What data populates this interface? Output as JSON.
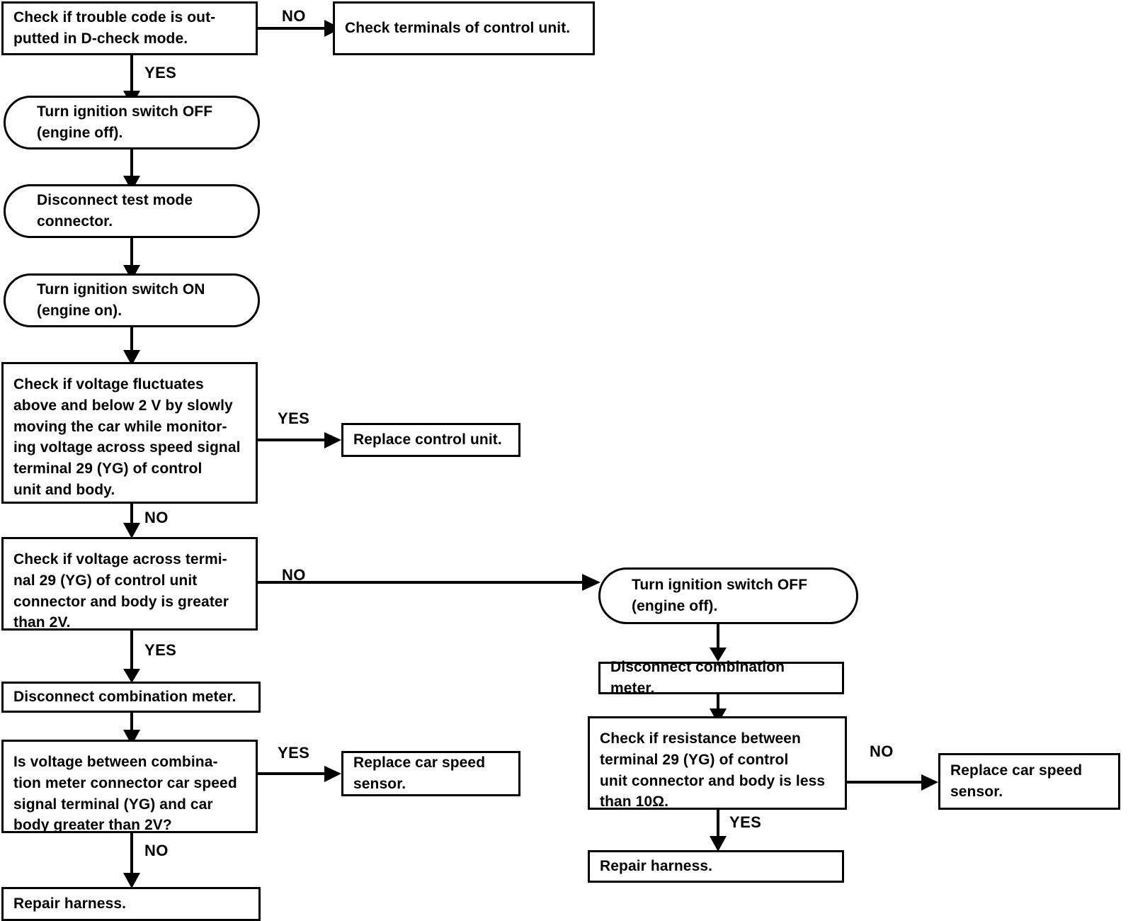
{
  "diagram": {
    "title": "Car speed signal diagnostic flowchart",
    "ink_color": "#000000",
    "background_color": "#ffffff",
    "nodes": {
      "n1": {
        "text": "Check if trouble code is out-\nputted in D-check mode.",
        "shape": "rectangle"
      },
      "n2": {
        "text": "Check terminals of control unit.",
        "shape": "rectangle"
      },
      "n3": {
        "text": "Turn ignition switch OFF\n(engine off).",
        "shape": "rounded"
      },
      "n4": {
        "text": "Disconnect test mode\nconnector.",
        "shape": "rounded"
      },
      "n5": {
        "text": "Turn ignition switch ON\n(engine on).",
        "shape": "rounded"
      },
      "n6": {
        "text": "Check if voltage fluctuates\nabove and below 2 V by slowly\nmoving the car while monitor-\ning voltage across speed signal\nterminal 29 (YG) of control\nunit and body.",
        "shape": "rectangle"
      },
      "n7": {
        "text": "Replace control unit.",
        "shape": "rectangle"
      },
      "n8": {
        "text": "Check if voltage across termi-\nnal 29 (YG) of control unit\nconnector and body is greater\nthan 2V.",
        "shape": "rectangle"
      },
      "n9": {
        "text": "Disconnect combination meter.",
        "shape": "rectangle"
      },
      "n10": {
        "text": "Is voltage between combina-\ntion meter connector car speed\nsignal terminal (YG) and car\nbody greater than 2V?",
        "shape": "rectangle"
      },
      "n11": {
        "text": "Replace car speed\nsensor.",
        "shape": "rectangle"
      },
      "n12": {
        "text": "Repair harness.",
        "shape": "rectangle"
      },
      "n13": {
        "text": "Turn ignition switch OFF\n(engine off).",
        "shape": "rounded"
      },
      "n14": {
        "text": "Disconnect combination meter.",
        "shape": "rectangle"
      },
      "n15": {
        "text": "Check if resistance between\nterminal 29 (YG) of control\nunit connector and body is less\nthan 10Ω.",
        "shape": "rectangle"
      },
      "n16": {
        "text": "Replace car speed\nsensor.",
        "shape": "rectangle"
      },
      "n17": {
        "text": "Repair harness.",
        "shape": "rectangle"
      }
    },
    "edge_labels": {
      "e1_no": "NO",
      "e1_yes": "YES",
      "e6_yes": "YES",
      "e6_no": "NO",
      "e8_no": "NO",
      "e8_yes": "YES",
      "e10_yes": "YES",
      "e10_no": "NO",
      "e15_no": "NO",
      "e15_yes": "YES"
    }
  }
}
